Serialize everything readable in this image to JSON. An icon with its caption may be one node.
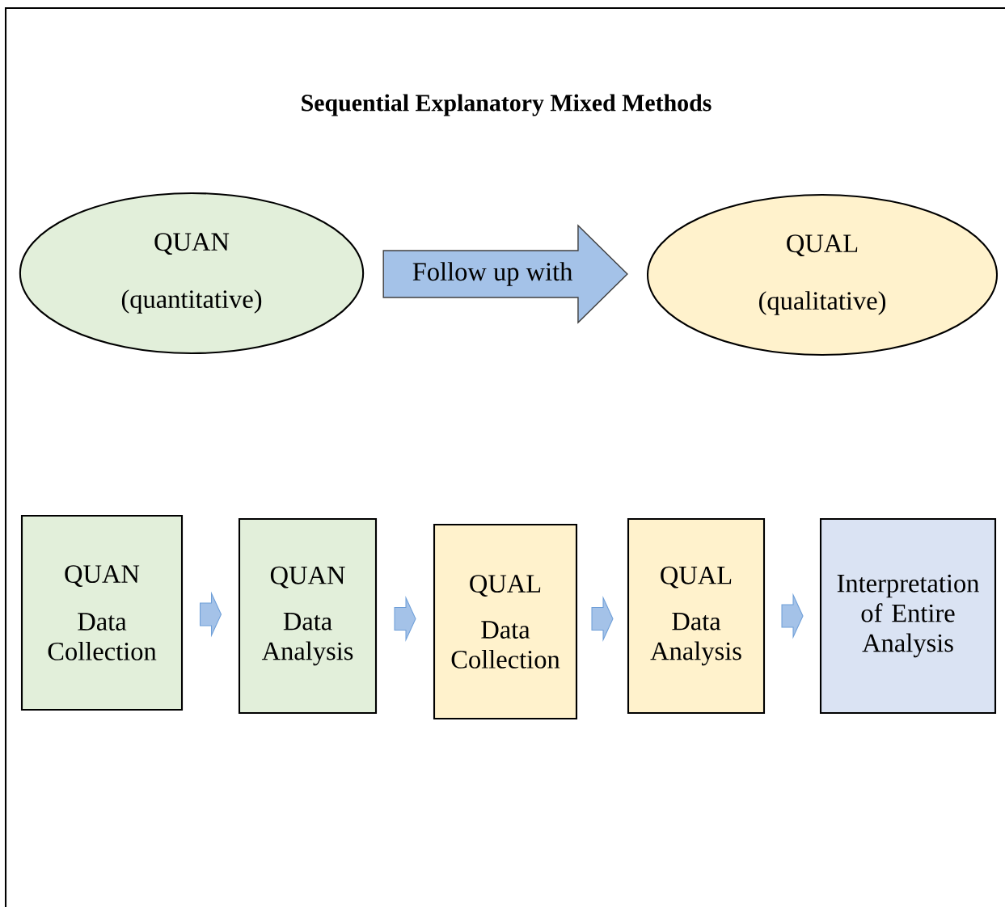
{
  "diagram": {
    "title": "Sequential Explanatory Mixed Methods",
    "nodes": [
      {
        "text": [
          "QUAN",
          "(quantitative)"
        ]
      },
      {
        "text": [
          "QUAL",
          "(qualitative)"
        ]
      },
      {
        "text": [
          "QUAN",
          "Data Collection"
        ]
      },
      {
        "text": [
          "QUAN",
          "Data Analysis"
        ]
      },
      {
        "text": [
          "QUAL",
          "Data Collection"
        ]
      },
      {
        "text": [
          "QUAL",
          "Data Analysis"
        ]
      },
      {
        "text": [
          "Interpretation of Entire Analysis"
        ]
      }
    ],
    "edges": [
      {
        "from": 0,
        "to": 1,
        "arrow": "to",
        "label": "Follow up with"
      },
      {
        "from": 2,
        "to": 3,
        "arrow": "to"
      },
      {
        "from": 3,
        "to": 4,
        "arrow": "to"
      },
      {
        "from": 4,
        "to": 5,
        "arrow": "to"
      },
      {
        "from": 5,
        "to": 6,
        "arrow": "to"
      }
    ]
  }
}
